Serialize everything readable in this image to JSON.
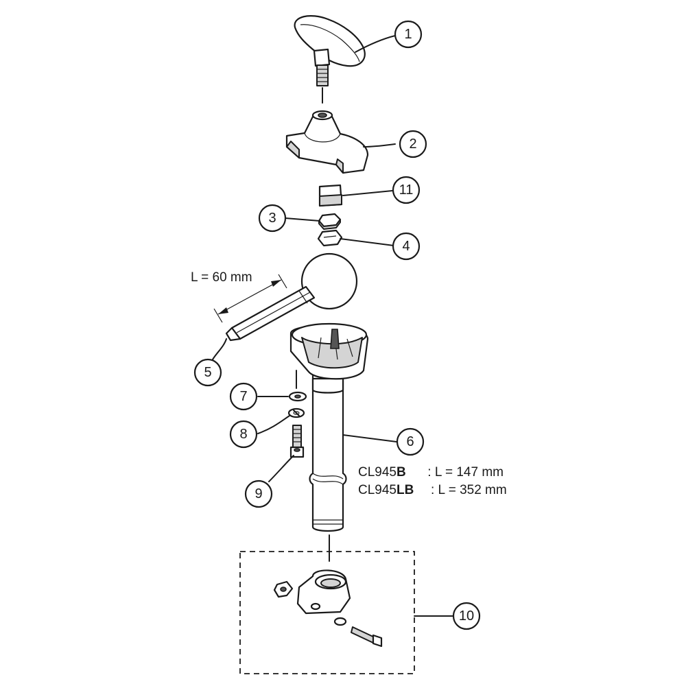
{
  "callouts": [
    {
      "id": "1",
      "text": "1"
    },
    {
      "id": "2",
      "text": "2"
    },
    {
      "id": "11",
      "text": "11"
    },
    {
      "id": "3",
      "text": "3"
    },
    {
      "id": "4",
      "text": "4"
    },
    {
      "id": "5",
      "text": "5"
    },
    {
      "id": "6",
      "text": "6"
    },
    {
      "id": "7",
      "text": "7"
    },
    {
      "id": "8",
      "text": "8"
    },
    {
      "id": "9",
      "text": "9"
    },
    {
      "id": "10",
      "text": "10"
    }
  ],
  "dimension_label": "L = 60 mm",
  "specs": [
    {
      "model": "CL945",
      "suffix": "B",
      "length": " : L = 147 mm"
    },
    {
      "model": "CL945",
      "suffix": "LB",
      "length": ": L = 352 mm"
    }
  ]
}
